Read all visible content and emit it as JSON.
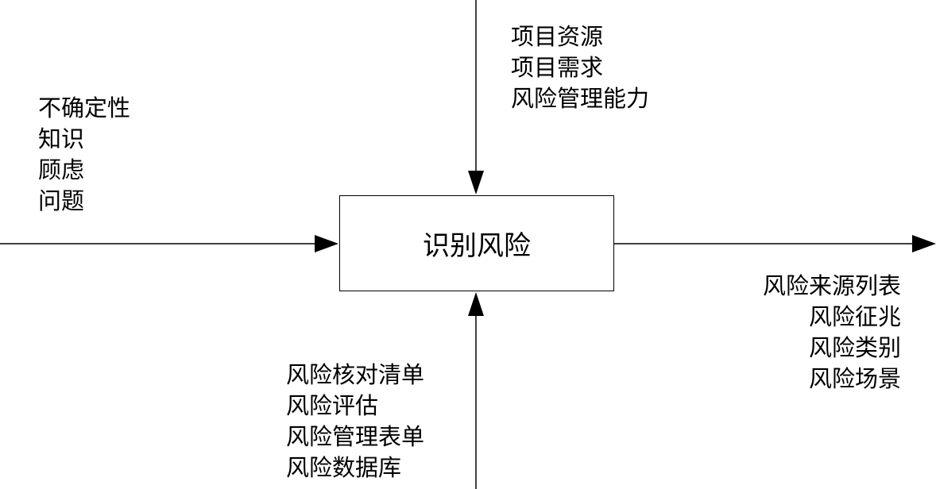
{
  "process": {
    "title": "识别风险"
  },
  "inputs": [
    "不确定性",
    "知识",
    "顾虑",
    "问题"
  ],
  "controls": [
    "项目资源",
    "项目需求",
    "风险管理能力"
  ],
  "mechanisms": [
    "风险核对清单",
    "风险评估",
    "风险管理表单",
    "风险数据库"
  ],
  "outputs": [
    "风险来源列表",
    "风险征兆",
    "风险类别",
    "风险场景"
  ],
  "colors": {
    "line": "#000000",
    "background": "#ffffff"
  }
}
